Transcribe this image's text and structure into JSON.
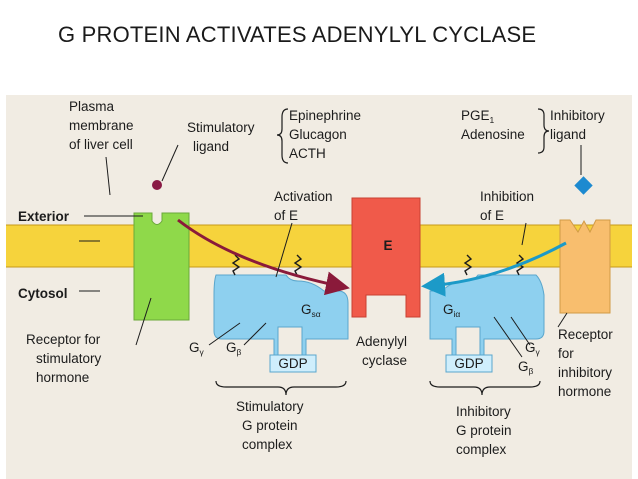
{
  "title": "G PROTEIN ACTIVATES ADENYLYL CYCLASE",
  "diagram": {
    "plasma_membrane": [
      "Plasma",
      "membrane",
      "of liver cell"
    ],
    "exterior": "Exterior",
    "cytosol": "Cytosol",
    "stimulatory_ligand": [
      "Stimulatory",
      "ligand"
    ],
    "stim_ligands": [
      "Epinephrine",
      "Glucagon",
      "ACTH"
    ],
    "activation": [
      "Activation",
      "of E"
    ],
    "inhibition": [
      "Inhibition",
      "of E"
    ],
    "inhib_ligands": {
      "pge": "PGE",
      "pge_sub": "1",
      "adenosine": "Adenosine"
    },
    "inhibitory_ligand": [
      "Inhibitory",
      "ligand"
    ],
    "enzyme_label": "E",
    "adenylyl_cyclase": [
      "Adenylyl",
      "cyclase"
    ],
    "receptor_stim": [
      "Receptor for",
      "stimulatory",
      "hormone"
    ],
    "receptor_inhib": [
      "Receptor",
      "for",
      "inhibitory",
      "hormone"
    ],
    "g_gamma": {
      "base": "G",
      "sub": "γ"
    },
    "g_beta": {
      "base": "G",
      "sub": "β"
    },
    "g_s_alpha": {
      "base": "G",
      "sub": "sα"
    },
    "g_i_alpha": {
      "base": "G",
      "sub": "iα"
    },
    "gdp": "GDP",
    "stim_complex": [
      "Stimulatory",
      "G protein",
      "complex"
    ],
    "inhib_complex": [
      "Inhibitory",
      "G protein",
      "complex"
    ],
    "colors": {
      "membrane": "#f6d33c",
      "receptor_stim": "#8fd94a",
      "enzyme": "#f05a4a",
      "gprotein": "#8ed0ef",
      "receptor_inhib": "#f8be6e",
      "ligand_stim": "#8a1a45",
      "ligand_inhib": "#1d8ad0",
      "arrow_stim": "#8a1a3a",
      "arrow_inhib": "#1c9ac8"
    }
  }
}
